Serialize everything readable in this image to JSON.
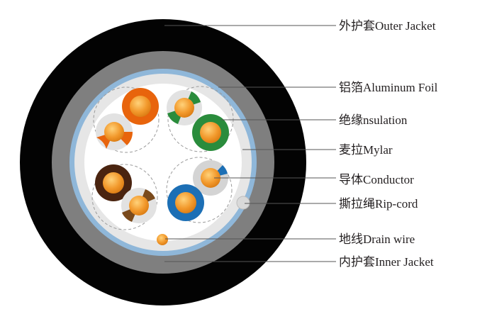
{
  "labels": [
    {
      "id": "outer-jacket",
      "text": "外护套Outer Jacket"
    },
    {
      "id": "aluminum-foil",
      "text": "铝箔Aluminum Foil"
    },
    {
      "id": "insulation",
      "text": "绝缘nsulation"
    },
    {
      "id": "mylar",
      "text": "麦拉Mylar"
    },
    {
      "id": "conductor",
      "text": "导体Conductor"
    },
    {
      "id": "rip-cord",
      "text": "撕拉绳Rip-cord"
    },
    {
      "id": "drain-wire",
      "text": "地线Drain wire"
    },
    {
      "id": "inner-jacket",
      "text": "内护套Inner Jacket"
    }
  ],
  "colors": {
    "outer_jacket": "#030303",
    "inner_jacket": "#7f7f7f",
    "aluminum_foil": "#8fb7d9",
    "mylar": "#e6e6e6",
    "core": "#ffffff",
    "conductor": "#f29a2e",
    "drain_wire": "#f29a2e",
    "rip_cord": "#d9d9d9",
    "leader": "#555555",
    "pair_orange": "#e8640c",
    "pair_green": "#2a8c3c",
    "pair_blue": "#1c6fb5",
    "pair_brown": "#4a2410",
    "pair_white": "#e2e2e2"
  }
}
